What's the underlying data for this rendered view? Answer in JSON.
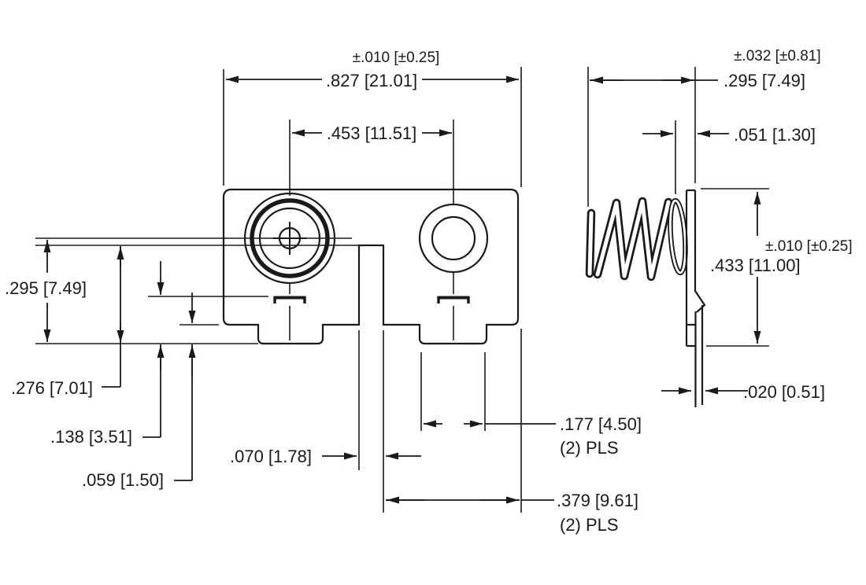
{
  "drawing": {
    "description": "battery spring contact technical drawing, front and side views",
    "colors": {
      "ink": "#1a1a1a",
      "background": "#ffffff"
    },
    "front_view": {
      "width_tolerance": "±.010 [±0.25]",
      "width": ".827 [21.01]",
      "hole_spacing": ".453 [11.51]",
      "height": ".295 [7.49]",
      "slot_top_height": ".276 [7.01]",
      "tab_to_foot": ".138 [3.51]",
      "edge_to_foot": ".059 [1.50]",
      "slot_width": ".070 [1.78]",
      "foot_width": ".177 [4.50]",
      "foot_width_note": "(2) PLS",
      "slot_to_edge": ".379 [9.61]",
      "slot_to_edge_note": "(2) PLS"
    },
    "side_view": {
      "depth_tolerance": "±.032 [±0.81]",
      "depth": ".295 [7.49]",
      "plate_offset": ".051 [1.30]",
      "height_tolerance": "±.010 [±0.25]",
      "height": ".433 [11.00]",
      "material_thickness": ".020 [0.51]"
    }
  }
}
